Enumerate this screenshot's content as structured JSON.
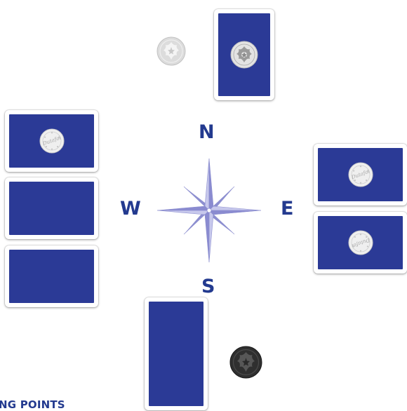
{
  "table": {
    "compass": {
      "north": "N",
      "south": "S",
      "west": "W",
      "east": "E"
    },
    "footer_heading": "NG POINTS",
    "seal_text": "Dutafoi",
    "colors": {
      "card_back": "#2b3a96",
      "card_border": "#ffffff",
      "compass_label": "#233a8f",
      "compass_star": "#8d8fd0",
      "token_light": "#d8d8d8",
      "token_dark": "#2f2f2f"
    },
    "cards": [
      {
        "seat": "north",
        "orientation": "vertical",
        "emblem": "fleur-seal"
      },
      {
        "seat": "west",
        "orientation": "horizontal",
        "emblem": "lettered-seal"
      },
      {
        "seat": "west",
        "orientation": "horizontal",
        "emblem": "none"
      },
      {
        "seat": "west",
        "orientation": "horizontal",
        "emblem": "none"
      },
      {
        "seat": "east",
        "orientation": "horizontal",
        "emblem": "lettered-seal"
      },
      {
        "seat": "east",
        "orientation": "horizontal",
        "emblem": "lettered-seal"
      },
      {
        "seat": "south",
        "orientation": "vertical",
        "emblem": "none"
      }
    ],
    "tokens": [
      {
        "seat": "north",
        "style": "light"
      },
      {
        "seat": "south",
        "style": "dark"
      }
    ]
  }
}
